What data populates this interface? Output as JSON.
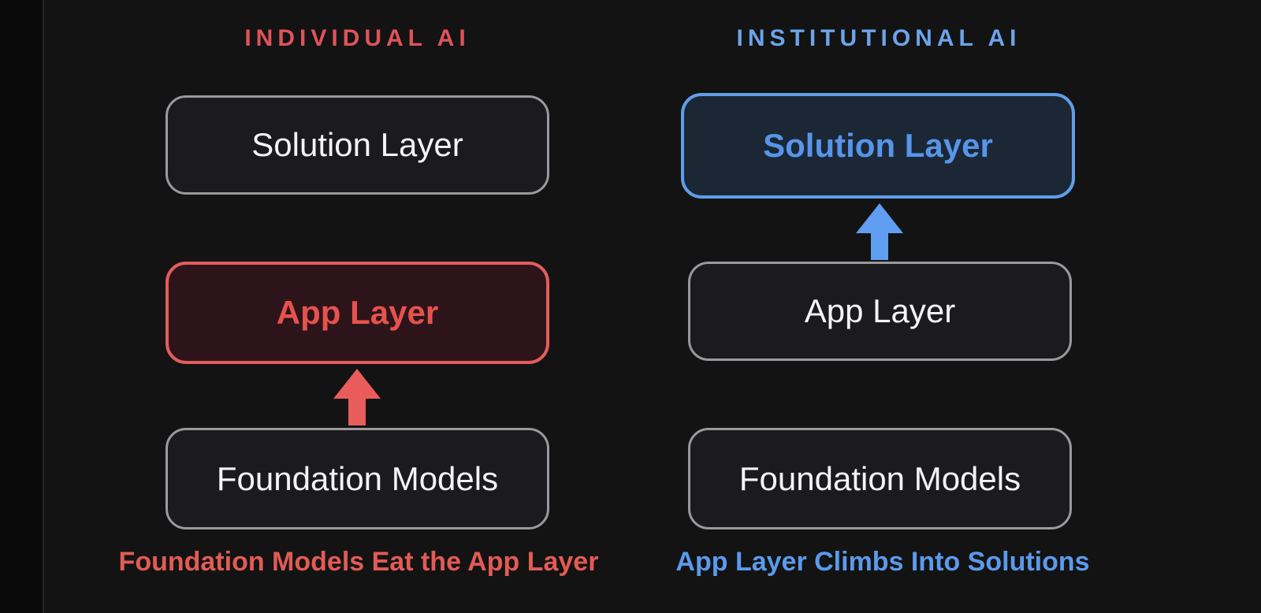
{
  "canvas": {
    "background": "#131313",
    "left_strip_background": "#0a0a0a",
    "left_strip_divider_color": "#272727"
  },
  "neutral_box_style": {
    "fill": "#1b1b1d",
    "border": "#9a9a9e",
    "text_color": "#f4f4f6"
  },
  "columns": [
    {
      "heading": "INDIVIDUAL AI",
      "heading_color": "#e0535a",
      "accent_color": "#e45c5c",
      "boxes": [
        {
          "label": "Solution Layer",
          "style": "neutral"
        },
        {
          "label": "App Layer",
          "style": "accent-red",
          "fill": "#2d141a",
          "border": "#e45c5c",
          "text_color": "#e7524d"
        },
        {
          "label": "Foundation Models",
          "style": "neutral"
        }
      ],
      "arrow": {
        "direction": "up",
        "color": "#ea5c5c",
        "from": "Foundation Models",
        "to": "App Layer"
      },
      "caption": "Foundation Models Eat the App Layer",
      "caption_color": "#e25b55"
    },
    {
      "heading": "INSTITUTIONAL AI",
      "heading_color": "#6ba4ea",
      "accent_color": "#5f9ee9",
      "boxes": [
        {
          "label": "Solution Layer",
          "style": "accent-blue",
          "fill": "#1c2735",
          "border": "#5f9ee9",
          "text_color": "#5695ea"
        },
        {
          "label": "App Layer",
          "style": "neutral"
        },
        {
          "label": "Foundation Models",
          "style": "neutral"
        }
      ],
      "arrow": {
        "direction": "up",
        "color": "#5f9ef0",
        "from": "App Layer",
        "to": "Solution Layer"
      },
      "caption": "App Layer Climbs Into Solutions",
      "caption_color": "#5b9aec"
    }
  ]
}
